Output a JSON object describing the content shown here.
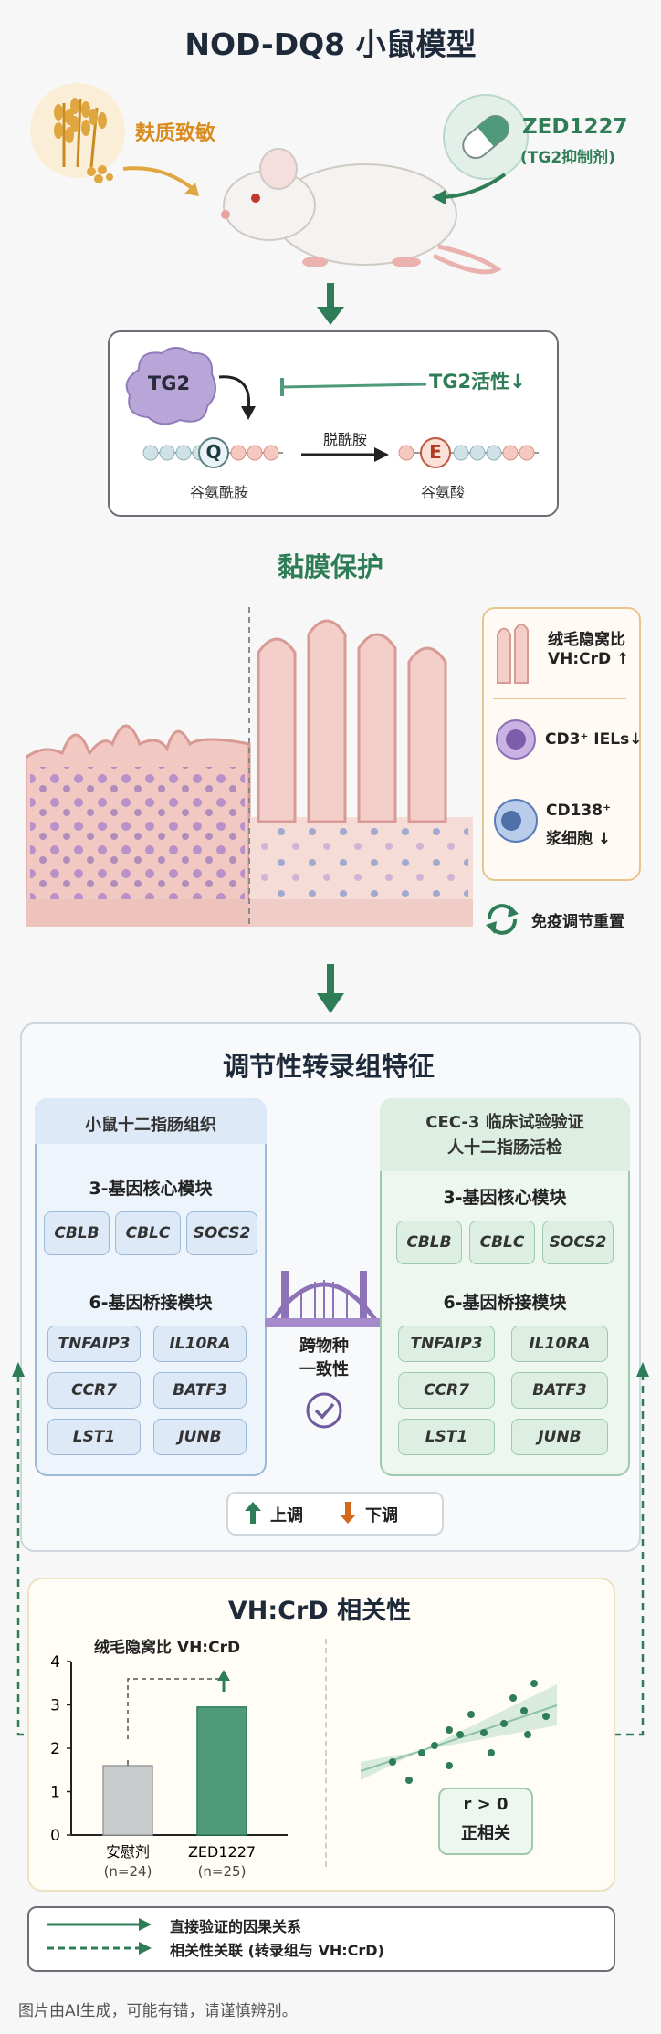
{
  "title": "NOD-DQ8 小鼠模型",
  "top": {
    "gluten_label": "麸质致敏",
    "drug_name": "ZED1227",
    "drug_sub": "(TG2抑制剂)"
  },
  "mechanism": {
    "enzyme": "TG2",
    "activity": "TG2活性↓",
    "reaction": "脱酰胺",
    "substrate_letter": "Q",
    "substrate_name": "谷氨酰胺",
    "product_letter": "E",
    "product_name": "谷氨酸"
  },
  "mucosa": {
    "title": "黏膜保护",
    "items": [
      {
        "label_line1": "绒毛隐窝比",
        "label_line2": "VH:CrD ↑",
        "icon": "villus-icon"
      },
      {
        "label_line1": "CD3⁺ IELs↓",
        "label_line2": "",
        "icon": "iel-cell-icon"
      },
      {
        "label_line1": "CD138⁺",
        "label_line2": "浆细胞 ↓",
        "icon": "plasma-cell-icon"
      }
    ],
    "immune_reset": "免疫调节重置"
  },
  "transcriptome": {
    "title": "调节性转录组特征",
    "left": {
      "head": "小鼠十二指肠组织",
      "core_title": "3-基因核心模块",
      "core_genes": [
        "CBLB",
        "CBLC",
        "SOCS2"
      ],
      "bridge_title": "6-基因桥接模块",
      "bridge_genes": [
        "TNFAIP3",
        "IL10RA",
        "CCR7",
        "BATF3",
        "LST1",
        "JUNB"
      ]
    },
    "right": {
      "head_line1": "CEC-3 临床试验验证",
      "head_line2": "人十二指肠活检",
      "core_title": "3-基因核心模块",
      "core_genes": [
        "CBLB",
        "CBLC",
        "SOCS2"
      ],
      "bridge_title": "6-基因桥接模块",
      "bridge_genes": [
        "TNFAIP3",
        "IL10RA",
        "CCR7",
        "BATF3",
        "LST1",
        "JUNB"
      ]
    },
    "bridge_label_line1": "跨物种",
    "bridge_label_line2": "一致性",
    "legend_up": "上调",
    "legend_down": "下调"
  },
  "vh": {
    "title": "VH:CrD 相关性",
    "chart_title": "绒毛隐窝比 VH:CrD",
    "r_line1": "r > 0",
    "r_line2": "正相关"
  },
  "chart_data": {
    "type": "bar",
    "title": "绒毛隐窝比 VH:CrD",
    "categories": [
      "安慰剂",
      "ZED1227"
    ],
    "category_sub": [
      "(n=24)",
      "(n=25)"
    ],
    "values": [
      1.6,
      2.95
    ],
    "ylim": [
      0,
      4
    ],
    "yticks": [
      "0",
      "1",
      "2",
      "3",
      "4"
    ],
    "colors": [
      "#c9cbcd",
      "#4f9a7a"
    ]
  },
  "legend": {
    "solid": "直接验证的因果关系",
    "dashed": "相关性关联 (转录组与 VH:CrD)"
  },
  "footer": "图片由AI生成，可能有错，请谨慎辨别。",
  "colors": {
    "green": "#2e7d57",
    "orange": "#d88c1e",
    "down_arrow": "#d2691e"
  }
}
